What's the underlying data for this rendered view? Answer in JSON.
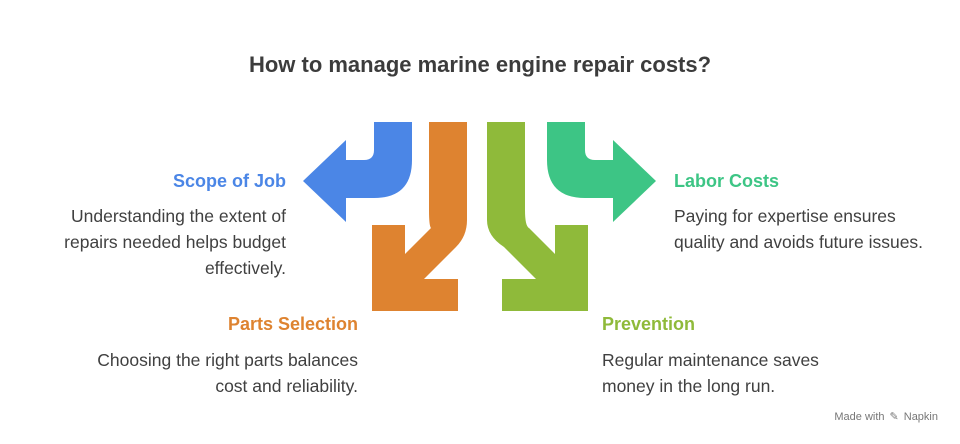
{
  "title": "How to manage marine engine repair costs?",
  "colors": {
    "blue": "#4b86e6",
    "orange": "#de8330",
    "green": "#8fba3a",
    "teal": "#3dc585",
    "text": "#404040"
  },
  "items": [
    {
      "heading": "Scope of Job",
      "description": "Understanding the extent of repairs needed helps budget effectively.",
      "color": "#4b86e6"
    },
    {
      "heading": "Parts Selection",
      "description": "Choosing the right parts balances cost and reliability.",
      "color": "#de8330"
    },
    {
      "heading": "Labor Costs",
      "description": "Paying for expertise ensures quality and avoids future issues.",
      "color": "#3dc585"
    },
    {
      "heading": "Prevention",
      "description": "Regular maintenance saves money in the long run.",
      "color": "#8fba3a"
    }
  ],
  "footer": {
    "prefix": "Made with",
    "brand": "Napkin",
    "icon": "napkin-icon"
  }
}
